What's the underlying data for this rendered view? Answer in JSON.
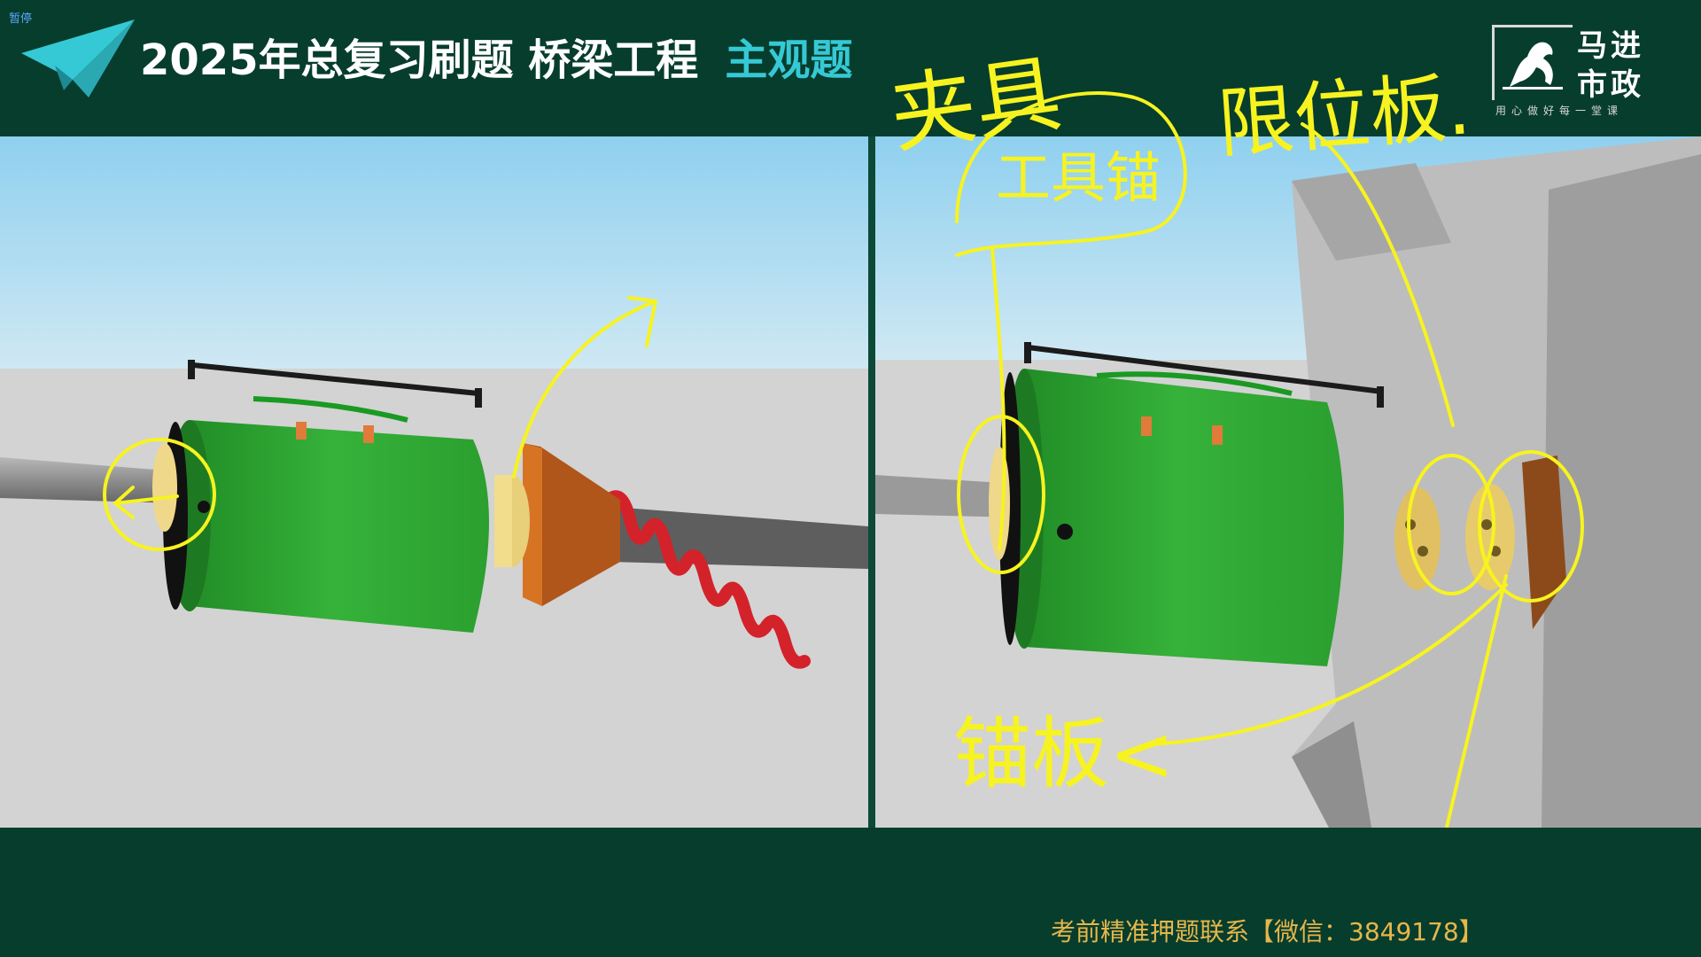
{
  "status": {
    "paused_label": "暂停"
  },
  "header": {
    "title_main": "2025年总复习刷题 桥梁工程",
    "title_accent": "主观题",
    "logo_icon": "paper-plane-icon"
  },
  "brand": {
    "line1": "马进",
    "line2": "市政",
    "slogan": "用心做好每一堂课",
    "logo_icon": "horse-icon"
  },
  "annotations": {
    "jiaju": "夹具",
    "gongjumao": "工具锚",
    "xianweiban": "限位板.",
    "maoban": "锚板<"
  },
  "footer": {
    "contact": "考前精准押题联系【微信：3849178】"
  },
  "colors": {
    "header_bg": "#073d2d",
    "title_accent": "#35c9d5",
    "annotation": "#f7f320",
    "jack_green": "#2fa82f",
    "spiral_red": "#d4222a",
    "contact_text": "#e6b64b"
  }
}
